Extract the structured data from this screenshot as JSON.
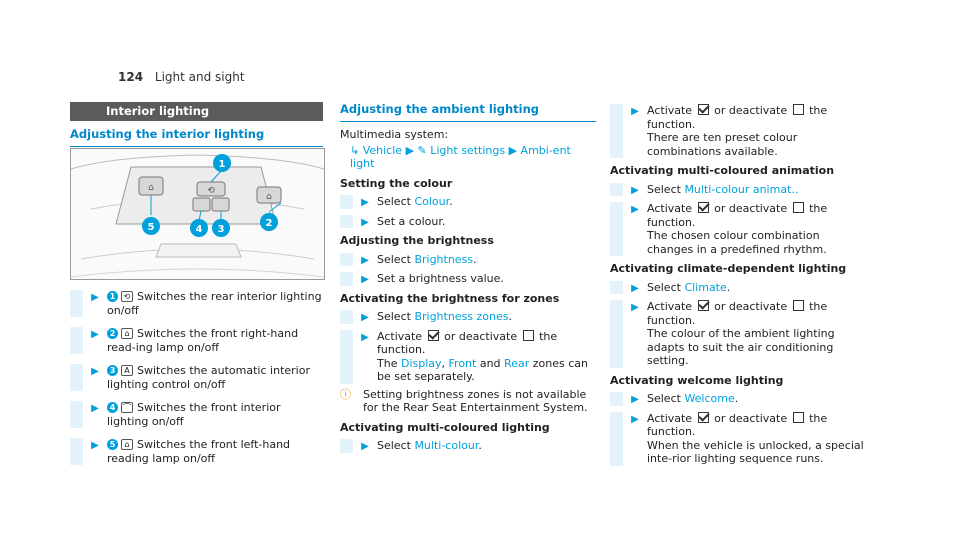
{
  "header": {
    "page_number": "124",
    "section": "Light and sight"
  },
  "left": {
    "band_title": "Interior lighting",
    "heading": "Adjusting the interior lighting",
    "items": [
      {
        "num": "1",
        "icon": "rear-lamp-icon",
        "text": "Switches the rear interior lighting on/off"
      },
      {
        "num": "2",
        "icon": "reading-lamp-icon",
        "text": "Switches the front right-hand read-ing lamp on/off"
      },
      {
        "num": "3",
        "icon": "auto-lamp-icon",
        "text": "Switches the automatic interior lighting control on/off"
      },
      {
        "num": "4",
        "icon": "front-lamp-icon",
        "text": "Switches the front interior lighting on/off"
      },
      {
        "num": "5",
        "icon": "reading-lamp-icon",
        "text": "Switches the front left-hand reading lamp on/off"
      }
    ],
    "callouts": [
      "1",
      "2",
      "3",
      "4",
      "5"
    ]
  },
  "middle": {
    "heading": "Adjusting the ambient lighting",
    "system": "Multimedia system:",
    "nav": {
      "vehicle": "Vehicle",
      "light_settings": "Light settings",
      "ambient": "Ambi-ent light"
    },
    "setting_colour": {
      "title": "Setting the colour",
      "select": "Select",
      "select_link": "Colour",
      "step2": "Set a colour."
    },
    "brightness": {
      "title": "Adjusting the brightness",
      "select": "Select",
      "select_link": "Brightness",
      "step2": "Set a brightness value."
    },
    "zones": {
      "title": "Activating the brightness for zones",
      "select": "Select",
      "select_link": "Brightness zones",
      "activate": "Activate",
      "or_deactivate": "or deactivate",
      "the_function": "the function.",
      "the": "The",
      "display": "Display",
      "front": "Front",
      "and": "and",
      "rear": "Rear",
      "zones_text": "zones can be set separately.",
      "note": "Setting brightness zones is not available for the Rear Seat Entertainment System."
    },
    "multi": {
      "title": "Activating multi-coloured lighting",
      "select": "Select",
      "select_link": "Multi-colour"
    }
  },
  "right": {
    "activate1": "Activate",
    "or_deactivate1": "or deactivate",
    "func1": "the function.",
    "preset_text": "There are ten preset colour combinations available.",
    "anim": {
      "title": "Activating multi-coloured animation",
      "select": "Select",
      "select_link": "Multi-colour animat..",
      "activate": "Activate",
      "or_deactivate": "or deactivate",
      "func": "the function.",
      "desc": "The chosen colour combination changes in a predefined rhythm."
    },
    "climate": {
      "title": "Activating climate-dependent lighting",
      "select": "Select",
      "select_link": "Climate",
      "activate": "Activate",
      "or_deactivate": "or deactivate",
      "func": "the function.",
      "desc": "The colour of the ambient lighting adapts to suit the air conditioning setting."
    },
    "welcome": {
      "title": "Activating welcome lighting",
      "select": "Select",
      "select_link": "Welcome",
      "activate": "Activate",
      "or_deactivate": "or deactivate",
      "func": "the function.",
      "desc": "When the vehicle is unlocked, a special inte-rior lighting sequence runs."
    }
  },
  "colors": {
    "accent": "#00a0dc",
    "heading": "#0088c8",
    "band": "#5b5b5b",
    "bullet_bar": "#e4f3fb"
  }
}
